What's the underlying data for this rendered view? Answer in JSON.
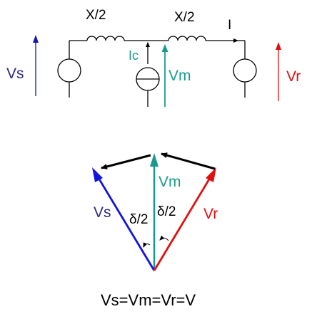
{
  "circuit": {
    "labels": {
      "x_half_left": "X/2",
      "x_half_right": "X/2",
      "current": "I",
      "ic": "Ic",
      "vs": "Vs",
      "vm": "Vm",
      "vr": "Vr"
    }
  },
  "phasor": {
    "labels": {
      "vm": "Vm",
      "vs": "Vs",
      "vr": "Vr",
      "delta_left": "δ/2",
      "delta_right": "δ/2"
    },
    "equation": "Vs=Vm=Vr=V"
  },
  "colors": {
    "vs": "#2a2a8c",
    "vm": "#1a9a8e",
    "vr": "#e01010",
    "ic": "#1a9a8e",
    "vs_phasor": "#1414e0",
    "vr_phasor": "#e01010",
    "vm_phasor": "#1a9a8e",
    "line": "#000000"
  }
}
